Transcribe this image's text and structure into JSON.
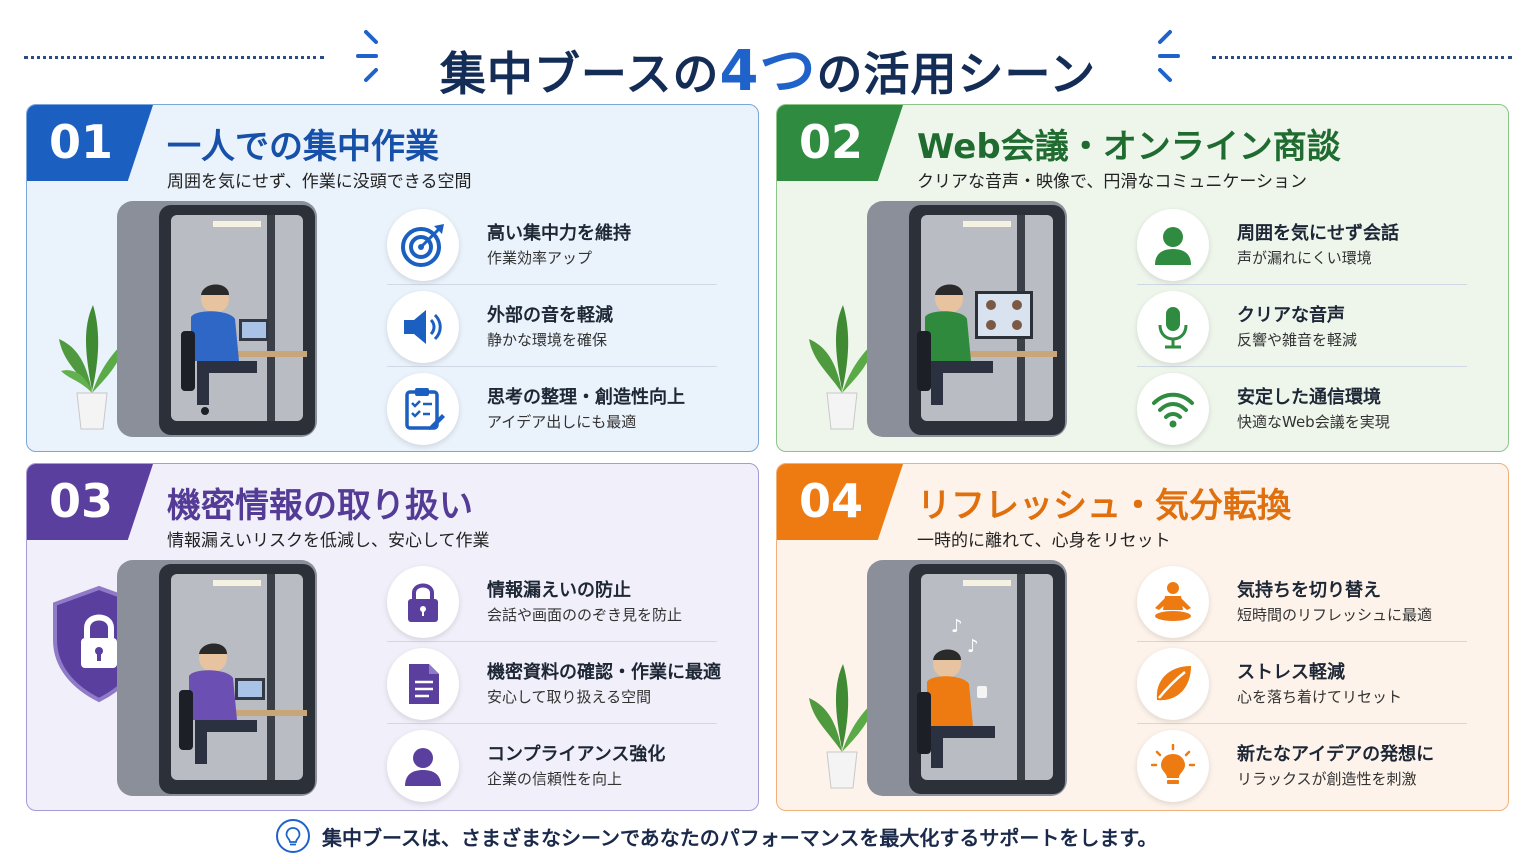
{
  "header": {
    "title_before": "集中ブースの",
    "title_accent": "4つ",
    "title_after": "の活用シーン"
  },
  "colors": {
    "blue": "#1b5fc1",
    "green": "#2e8b3f",
    "purple": "#5b3f9f",
    "orange": "#ee7a12"
  },
  "panels": [
    {
      "number": "01",
      "title": "一人での集中作業",
      "subtitle": "周囲を気にせず、作業に没頭できる空間",
      "features": [
        {
          "icon": "target-icon",
          "title": "高い集中力を維持",
          "desc": "作業効率アップ"
        },
        {
          "icon": "speaker-icon",
          "title": "外部の音を軽減",
          "desc": "静かな環境を確保"
        },
        {
          "icon": "clipboard-icon",
          "title": "思考の整理・創造性向上",
          "desc": "アイデア出しにも最適"
        }
      ]
    },
    {
      "number": "02",
      "title": "Web会議・オンライン商談",
      "subtitle": "クリアな音声・映像で、円滑なコミュニケーション",
      "features": [
        {
          "icon": "person-icon",
          "title": "周囲を気にせず会話",
          "desc": "声が漏れにくい環境"
        },
        {
          "icon": "microphone-icon",
          "title": "クリアな音声",
          "desc": "反響や雑音を軽減"
        },
        {
          "icon": "wifi-icon",
          "title": "安定した通信環境",
          "desc": "快適なWeb会議を実現"
        }
      ]
    },
    {
      "number": "03",
      "title": "機密情報の取り扱い",
      "subtitle": "情報漏えいリスクを低減し、安心して作業",
      "features": [
        {
          "icon": "lock-icon",
          "title": "情報漏えいの防止",
          "desc": "会話や画面ののぞき見を防止"
        },
        {
          "icon": "document-icon",
          "title": "機密資料の確認・作業に最適",
          "desc": "安心して取り扱える空間"
        },
        {
          "icon": "person-icon",
          "title": "コンプライアンス強化",
          "desc": "企業の信頼性を向上"
        }
      ]
    },
    {
      "number": "04",
      "title": "リフレッシュ・気分転換",
      "subtitle": "一時的に離れて、心身をリセット",
      "features": [
        {
          "icon": "meditation-icon",
          "title": "気持ちを切り替え",
          "desc": "短時間のリフレッシュに最適"
        },
        {
          "icon": "leaf-icon",
          "title": "ストレス軽減",
          "desc": "心を落ち着けてリセット"
        },
        {
          "icon": "lightbulb-icon",
          "title": "新たなアイデアの発想に",
          "desc": "リラックスが創造性を刺激"
        }
      ]
    }
  ],
  "footer": {
    "icon": "lightbulb-icon",
    "text": "集中ブースは、さまざまなシーンであなたのパフォーマンスを最大化するサポートをします。"
  }
}
